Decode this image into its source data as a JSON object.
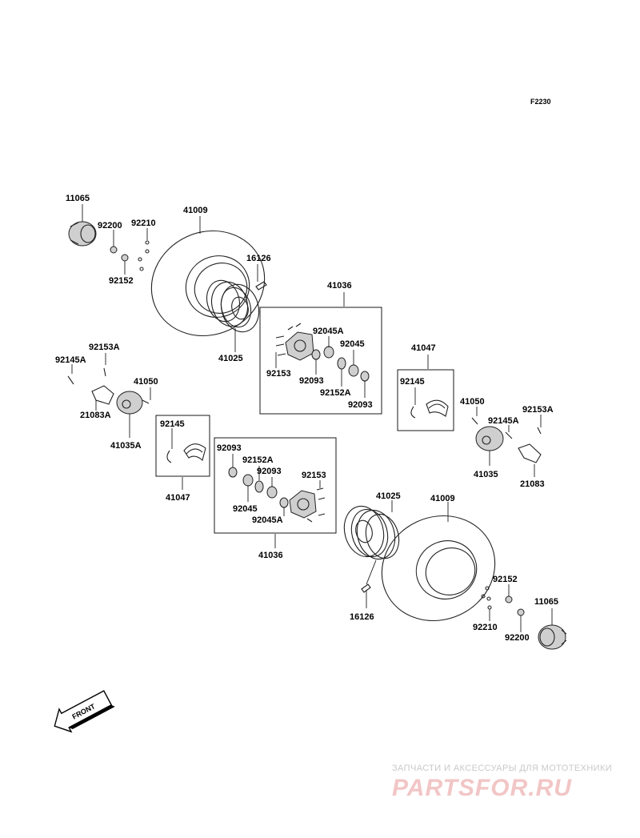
{
  "diagram_code": "F2230",
  "labels": {
    "p11065_a": "11065",
    "p41009_a": "41009",
    "p92200_a": "92200",
    "p92210_a": "92210",
    "p92152_a": "92152",
    "p16126_a": "16126",
    "p41025_a": "41025",
    "p41036_a": "41036",
    "p92045A_a": "92045A",
    "p92045_a": "92045",
    "p92153_a": "92153",
    "p92093_a1": "92093",
    "p92152A_a": "92152A",
    "p92093_a2": "92093",
    "p41047_a": "41047",
    "p92145_a": "92145",
    "p92153A_a": "92153A",
    "p92145A_a": "92145A",
    "p41050_a": "41050",
    "p21083A": "21083A",
    "p41035A": "41035A",
    "p92145_b": "92145",
    "p41047_b": "41047",
    "p41050_b": "41050",
    "p92145A_b": "92145A",
    "p92153A_b": "92153A",
    "p41035": "41035",
    "p21083": "21083",
    "p92093_b1": "92093",
    "p92152A_b": "92152A",
    "p92093_b2": "92093",
    "p92153_b": "92153",
    "p92045_b": "92045",
    "p92045A_b": "92045A",
    "p41036_b": "41036",
    "p41025_b": "41025",
    "p41009_b": "41009",
    "p16126_b": "16126",
    "p92152_b": "92152",
    "p11065_b": "11065",
    "p92210_b": "92210",
    "p92200_b": "92200"
  },
  "front_arrow": "FRONT",
  "watermark": {
    "tagline": "ЗАПЧАСТИ И АКСЕССУАРЫ ДЛЯ МОТОТЕХНИКИ",
    "brand": "PARTSFOR.RU"
  }
}
